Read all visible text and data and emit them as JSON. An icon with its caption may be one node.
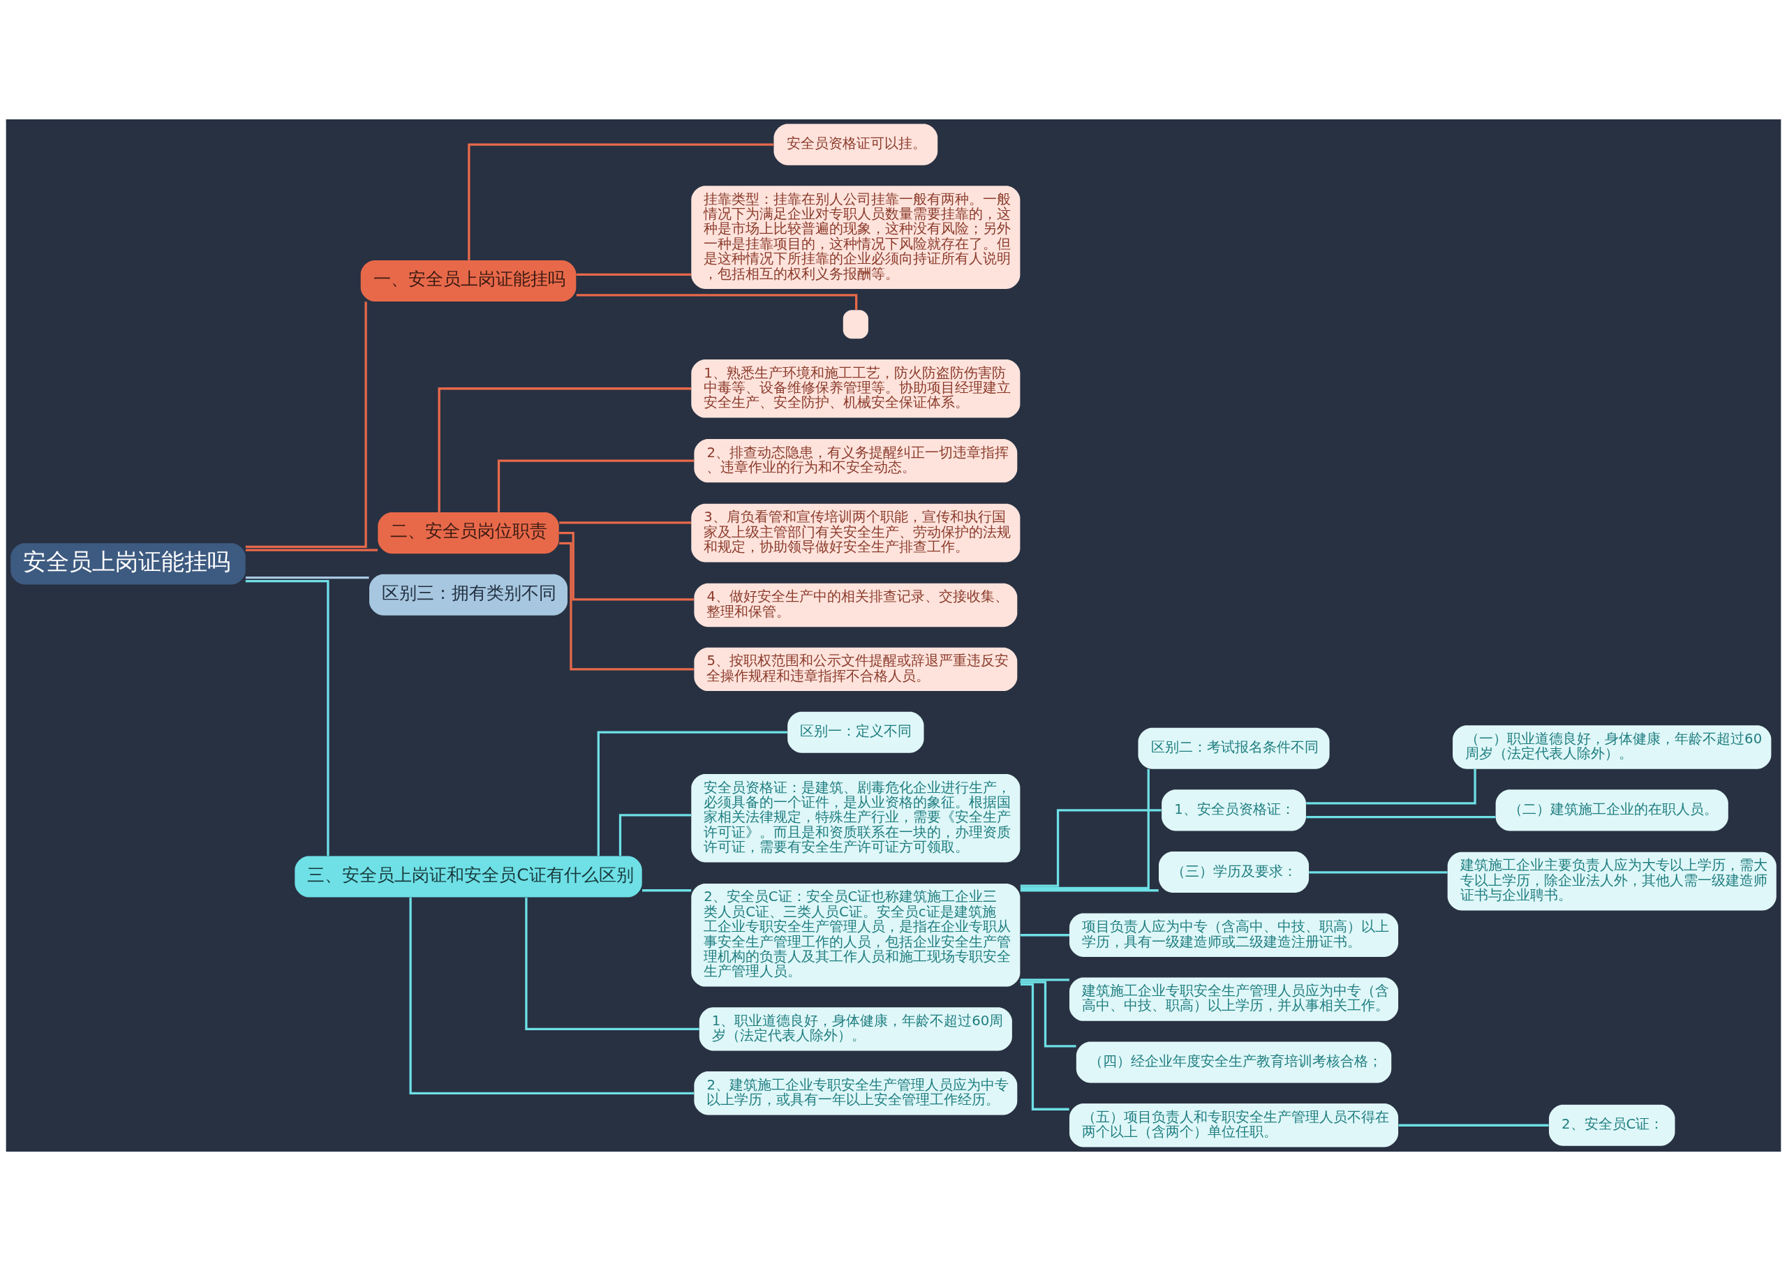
{
  "diagram": {
    "nodes": [
      {
        "text": [
          "安全员上岗证能挂吗"
        ]
      },
      {
        "text": [
          "一、安全员上岗证能挂吗"
        ]
      },
      {
        "text": [
          "安全员资格证可以挂。"
        ]
      },
      {
        "text": [
          "挂靠类型：挂靠在别人公司挂靠一般有两种。一般情况下为满足企业对专职人员数量需要挂靠的，这种是市场上比较普遍的现象，这种没有风险；另外一种是挂靠项目的，这种情况下风险就存在了。但是这种情况下所挂靠的企业必须向持证所有人说明，包括相互的权利义务报酬等。"
        ]
      },
      {
        "text": [],
        "shape": "box"
      },
      {
        "text": [
          "二、安全员岗位职责"
        ]
      },
      {
        "text": [
          "1、熟悉生产环境和施工工艺，防火防盗防伤害防中毒等、设备维修保养管理等。协助项目经理建立安全生产、安全防护、机械安全保证体系。"
        ]
      },
      {
        "text": [
          "2、排查动态隐患，有义务提醒纠正一切违章指挥、违章作业的行为和不安全动态。"
        ]
      },
      {
        "text": [
          "3、肩负看管和宣传培训两个职能，宣传和执行国家及上级主管部门有关安全生产、劳动保护的法规和规定，协助领导做好安全生产排查工作。"
        ]
      },
      {
        "text": [
          "4、做好安全生产中的相关排查记录、交接收集、整理和保管。"
        ]
      },
      {
        "text": [
          "5、按职权范围和公示文件提醒或辞退严重违反安全操作规程和违章指挥不合格人员。"
        ]
      },
      {
        "text": [
          "区别三：拥有类别不同"
        ]
      },
      {
        "text": [
          "三、安全员上岗证和安全员C证有什么区别"
        ]
      },
      {
        "text": [
          "区别一：定义不同"
        ]
      },
      {
        "text": [
          "安全员资格证：是建筑、剧毒危化企业进行生产，必须具备的一个证件，是从业资格的象征。根据国家相关法律规定，特殊生产行业，需要《安全生产许可证》。而且是和资质联系在一块的，办理资质许可证，需要有安全生产许可证方可领取。"
        ]
      },
      {
        "text": [
          "2、安全员C证：安全员C证也称建筑施工企业三类人员C证、三类人员C证。安全员c证是建筑施工企业专职安全生产管理人员，是指在企业专职从事安全生产管理工作的人员，包括企业安全生产管理机构的负责人及其工作人员和施工现场专职安全生产管理人员。"
        ]
      },
      {
        "text": [
          "区别二：考试报名条件不同"
        ]
      },
      {
        "text": [
          "1、安全员资格证："
        ]
      },
      {
        "text": [
          "（一）职业道德良好，身体健康，年龄不超过60周岁（法定代表人除外）。"
        ]
      },
      {
        "text": [
          "（二）建筑施工企业的在职人员。"
        ]
      },
      {
        "text": [
          "（三）学历及要求："
        ]
      },
      {
        "text": [
          "建筑施工企业主要负责人应为大专以上学历，需大专以上学历，除企业法人外，其他人需一级建造师证书与企业聘书。"
        ]
      },
      {
        "text": [
          "项目负责人应为中专（含高中、中技、职高）以上学历，具有一级建造师或二级建造注册证书。"
        ]
      },
      {
        "text": [
          "建筑施工企业专职安全生产管理人员应为中专（含高中、中技、职高）以上学历，并从事相关工作。"
        ]
      },
      {
        "text": [
          "（四）经企业年度安全生产教育培训考核合格；"
        ]
      },
      {
        "text": [
          "（五）项目负责人和专职安全生产管理人员不得在两个以上（含两个）单位任职。"
        ]
      },
      {
        "text": [
          "2、安全员C证："
        ]
      },
      {
        "text": [
          "1、职业道德良好，身体健康，年龄不超过60周岁（法定代表人除外）。"
        ]
      },
      {
        "text": [
          "2、建筑施工企业专职安全生产管理人员应为中专以上学历，或具有一年以上安全管理工作经历。"
        ]
      }
    ],
    "edges": [
      {
        "from": 0,
        "to": 1,
        "arrow": "none",
        "color": "#e8694a"
      },
      {
        "from": 1,
        "to": 2,
        "arrow": "none",
        "color": "#e8694a"
      },
      {
        "from": 1,
        "to": 3,
        "arrow": "none",
        "color": "#e8694a"
      },
      {
        "from": 1,
        "to": 4,
        "arrow": "none",
        "color": "#e8694a"
      },
      {
        "from": 0,
        "to": 5,
        "arrow": "none",
        "color": "#e8694a"
      },
      {
        "from": 5,
        "to": 6,
        "arrow": "none",
        "color": "#e8694a"
      },
      {
        "from": 5,
        "to": 7,
        "arrow": "none",
        "color": "#e8694a"
      },
      {
        "from": 5,
        "to": 8,
        "arrow": "none",
        "color": "#e8694a"
      },
      {
        "from": 5,
        "to": 9,
        "arrow": "none",
        "color": "#e8694a"
      },
      {
        "from": 5,
        "to": 10,
        "arrow": "none",
        "color": "#e8694a"
      },
      {
        "from": 0,
        "to": 11,
        "arrow": "none",
        "color": "#a7c7e0"
      },
      {
        "from": 0,
        "to": 12,
        "arrow": "none"
      },
      {
        "from": 12,
        "to": 13,
        "arrow": "none"
      },
      {
        "from": 12,
        "to": 14,
        "arrow": "none"
      },
      {
        "from": 12,
        "to": 15,
        "arrow": "none"
      },
      {
        "from": 15,
        "to": 16,
        "arrow": "none"
      },
      {
        "from": 15,
        "to": 17,
        "arrow": "none"
      },
      {
        "from": 17,
        "to": 18,
        "arrow": "none"
      },
      {
        "from": 17,
        "to": 19,
        "arrow": "none"
      },
      {
        "from": 15,
        "to": 20,
        "arrow": "none"
      },
      {
        "from": 20,
        "to": 21,
        "arrow": "none"
      },
      {
        "from": 15,
        "to": 22,
        "arrow": "none"
      },
      {
        "from": 15,
        "to": 23,
        "arrow": "none"
      },
      {
        "from": 15,
        "to": 24,
        "arrow": "none"
      },
      {
        "from": 15,
        "to": 25,
        "arrow": "none"
      },
      {
        "from": 25,
        "to": 26,
        "arrow": "none"
      },
      {
        "from": 12,
        "to": 27,
        "arrow": "none"
      },
      {
        "from": 12,
        "to": 28,
        "arrow": "none"
      }
    ]
  }
}
